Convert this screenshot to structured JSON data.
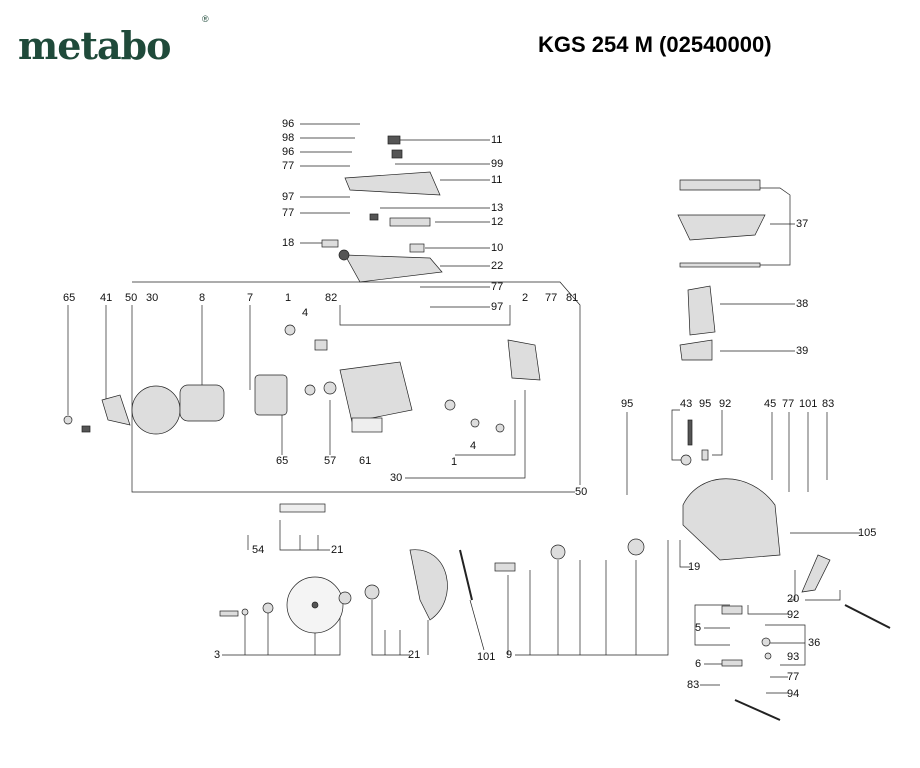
{
  "header": {
    "brand": "metabo",
    "registered_mark": "®",
    "title": "KGS 254 M (02540000)"
  },
  "callouts": [
    "96",
    "98",
    "96",
    "77",
    "11",
    "99",
    "11",
    "97",
    "77",
    "13",
    "12",
    "18",
    "10",
    "22",
    "77",
    "97",
    "65",
    "41",
    "50",
    "30",
    "8",
    "7",
    "1",
    "4",
    "82",
    "2",
    "77",
    "81",
    "65",
    "57",
    "61",
    "4",
    "1",
    "30",
    "50",
    "37",
    "38",
    "39",
    "95",
    "43",
    "95",
    "92",
    "45",
    "77",
    "101",
    "83",
    "105",
    "19",
    "20",
    "92",
    "36",
    "5",
    "6",
    "93",
    "77",
    "83",
    "94",
    "54",
    "21",
    "3",
    "21",
    "101",
    "9"
  ]
}
